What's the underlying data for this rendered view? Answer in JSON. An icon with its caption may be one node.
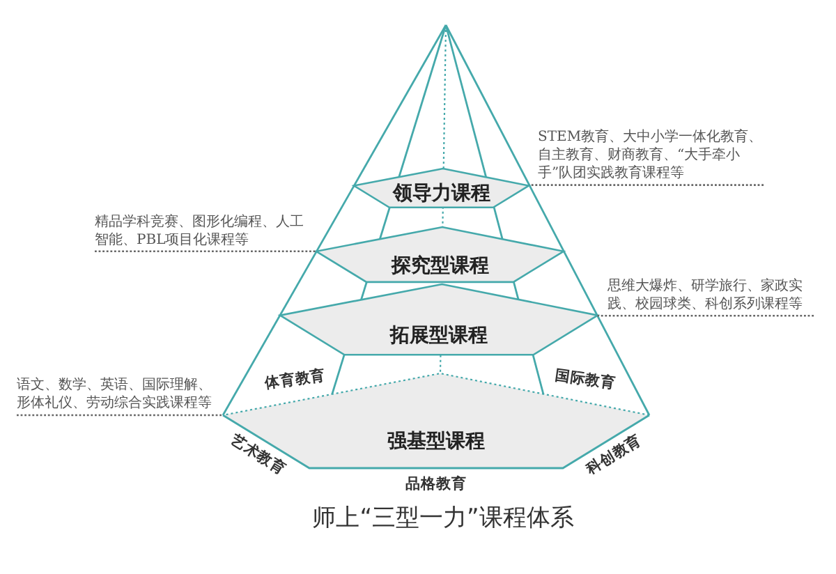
{
  "diagram": {
    "caption": "师上“三型一力”课程体系",
    "nodes": [
      {
        "text": [
          "STEM教育、大中小学一体化教育、自主教育、财商教育、“大手牵小手”队团实践教育课程等"
        ]
      },
      {
        "text": [
          "领导力课程"
        ]
      },
      {
        "text": [
          "精品学科竞赛、图形化编程、人工智能、PBL项目化课程等"
        ]
      },
      {
        "text": [
          "探究型课程"
        ]
      },
      {
        "text": [
          "思维大爆炸、研学旅行、家政实践、校园球类、科创系列课程等"
        ]
      },
      {
        "text": [
          "拓展型课程"
        ]
      },
      {
        "text": [
          "语文、数学、英语、国际理解、形体礼仪、劳动综合实践课程等"
        ]
      },
      {
        "text": [
          "强基型课程"
        ]
      }
    ],
    "edges": [
      {
        "from": 0,
        "to": 1,
        "arrow": "none",
        "style": "dashed"
      },
      {
        "from": 2,
        "to": 3,
        "arrow": "none",
        "style": "dashed"
      },
      {
        "from": 4,
        "to": 5,
        "arrow": "none",
        "style": "dashed"
      },
      {
        "from": 6,
        "to": 7,
        "arrow": "none",
        "style": "dashed"
      }
    ],
    "labels": [
      "体育教育",
      "国际教育",
      "艺术教育",
      "科创教育",
      "品格教育"
    ]
  }
}
